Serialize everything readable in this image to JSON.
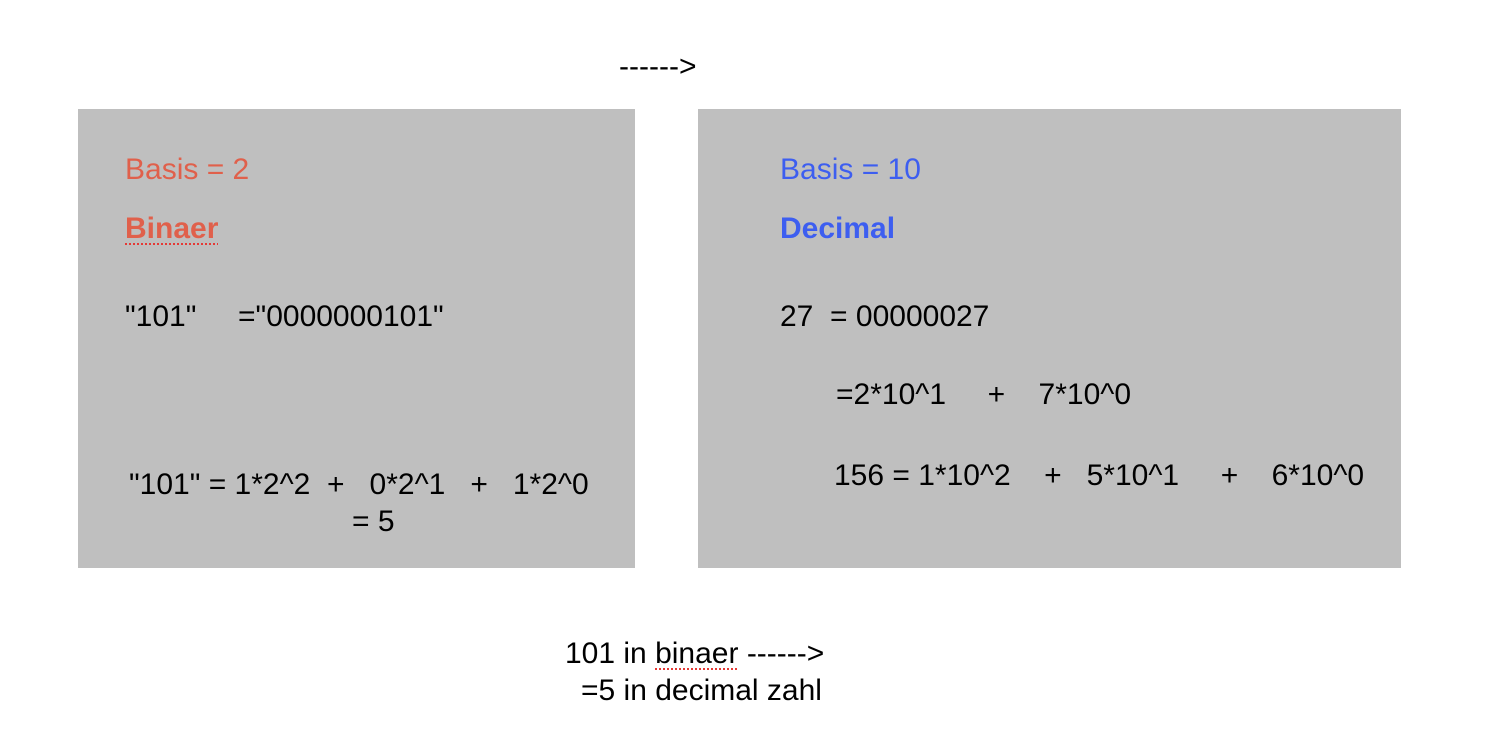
{
  "top_arrow": "------>",
  "left_panel": {
    "basis": "Basis = 2",
    "title": "Binaer",
    "line1": "\"101\"     =\"0000000101\"",
    "line2": "\"101\" = 1*2^2  +   0*2^1   +   1*2^0",
    "line3": "= 5"
  },
  "right_panel": {
    "basis": "Basis = 10",
    "title": "Decimal",
    "line1": "27  = 00000027",
    "line2": "=2*10^1     +    7*10^0",
    "line3": "156 = 1*10^2    +   5*10^1     +    6*10^0"
  },
  "footer": {
    "line1_prefix": "101 in ",
    "line1_word": "binaer",
    "line1_suffix": " ------>",
    "line2": "=5 in decimal zahl"
  },
  "colors": {
    "panel_bg": "#bfbfbf",
    "binary_accent": "#e0604b",
    "decimal_accent": "#3d5ef0",
    "text": "#000000",
    "spellcheck_underline": "#e53935"
  }
}
